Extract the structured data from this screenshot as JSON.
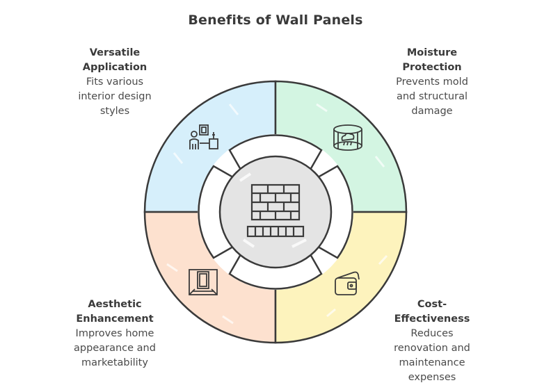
{
  "title": "Benefits of Wall Panels",
  "colors": {
    "top_left": "#d6effb",
    "top_right": "#d3f5e2",
    "bottom_left": "#fde1cf",
    "bottom_right": "#fdf3bd",
    "center": "#e4e4e4",
    "stroke": "#3a3a3a"
  },
  "center_icon": "brick-wall-icon",
  "segments": [
    {
      "position": "top-left",
      "heading": "Versatile\nApplication",
      "description": "Fits various\ninterior design\nstyles",
      "icon": "person-with-frame-icon"
    },
    {
      "position": "top-right",
      "heading": "Moisture\nProtection",
      "description": "Prevents mold\nand structural\ndamage",
      "icon": "rain-cloud-icon"
    },
    {
      "position": "bottom-left",
      "heading": "Aesthetic\nEnhancement",
      "description": "Improves home\nappearance and\nmarketability",
      "icon": "framed-picture-icon"
    },
    {
      "position": "bottom-right",
      "heading": "Cost-\nEffectiveness",
      "description": "Reduces\nrenovation and\nmaintenance\nexpenses",
      "icon": "wallet-icon"
    }
  ]
}
